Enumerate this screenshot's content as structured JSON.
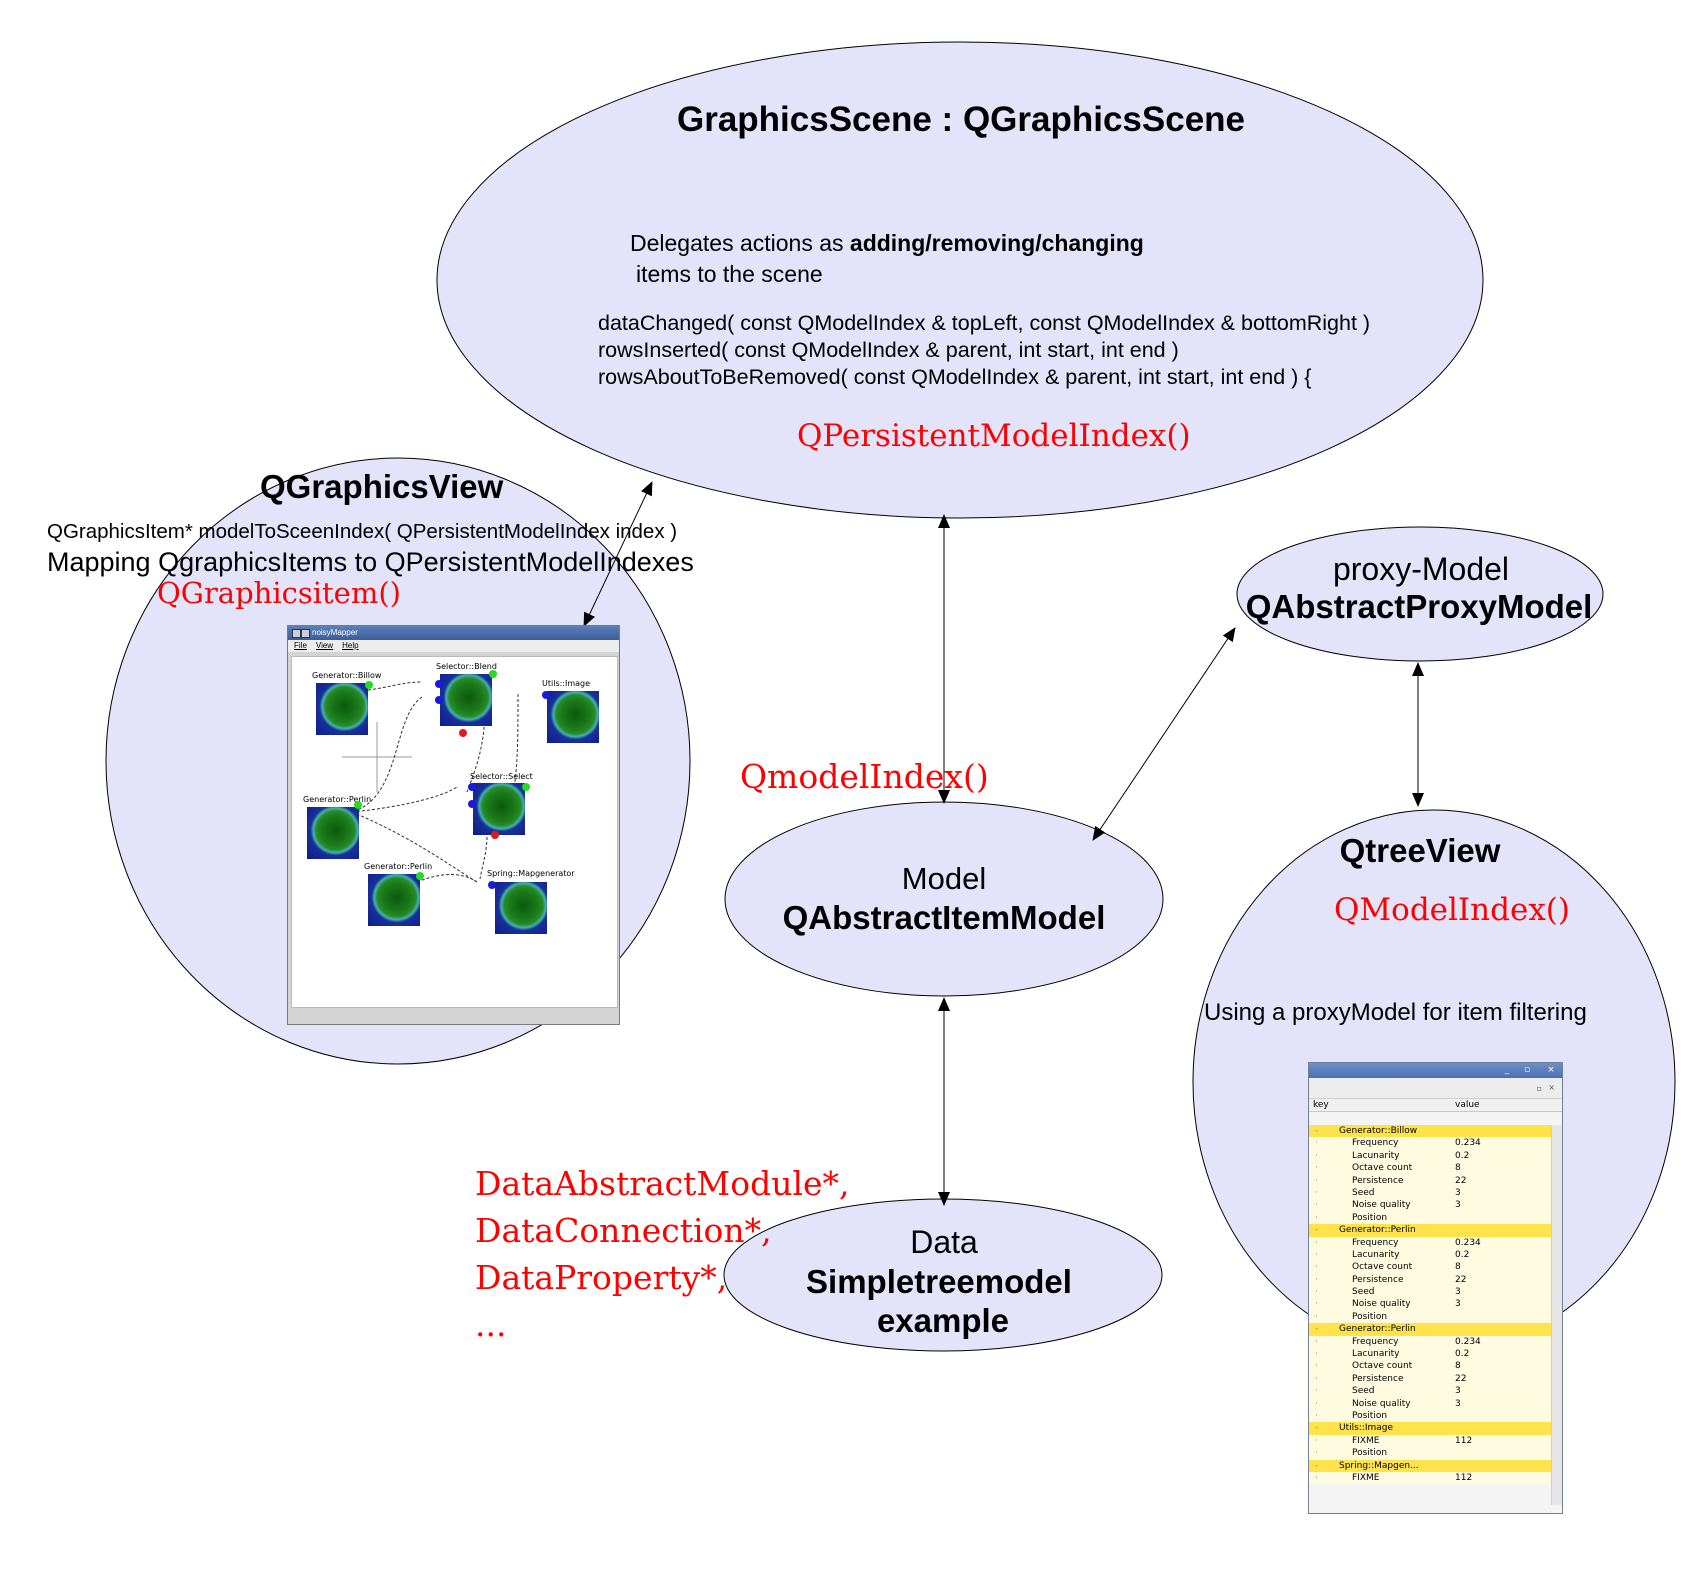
{
  "scene": {
    "title": "GraphicsScene : QGraphicsScene",
    "delegates_prefix": "Delegates actions as ",
    "delegates_bold": "adding/removing/changing",
    "delegates_suffix": "items to the scene",
    "signals": [
      "dataChanged( const QModelIndex & topLeft, const QModelIndex & bottomRight )",
      "rowsInserted( const QModelIndex & parent, int start, int end )",
      "rowsAboutToBeRemoved( const QModelIndex & parent, int start, int end ) {"
    ],
    "type_label": "QPersistentModelIndex()"
  },
  "view": {
    "title": "QGraphicsView",
    "method": "QGraphicsItem* modelToSceenIndex( QPersistentModelIndex index )",
    "mapping": "Mapping QgraphicsItems to QPersistentModelIndexes",
    "type_label": "QGraphicsitem()"
  },
  "proxy": {
    "title": "proxy-Model",
    "class_name": "QAbstractProxyModel"
  },
  "model": {
    "title": "Model",
    "class_name": "QAbstractItemModel",
    "type_label": "QmodelIndex()"
  },
  "tree": {
    "title": "QtreeView",
    "type_label": "QModelIndex()",
    "note": "Using a proxyModel for item filtering"
  },
  "data_node": {
    "title": "Data",
    "line1": "Simpletreemodel",
    "line2": "example",
    "types": [
      "DataAbstractModule*,",
      "DataConnection*,",
      "DataProperty*,",
      "..."
    ]
  },
  "noisy_window": {
    "title": "noisyMapper",
    "menu": [
      "File",
      "View",
      "Help"
    ],
    "nodes": [
      "Generator::Billow",
      "Selector::Blend",
      "Utils::Image",
      "Selector::Select",
      "Generator::Perlin",
      "Generator::Perlin",
      "Spring::Mapgenerator"
    ]
  },
  "tree_window": {
    "col_key": "key",
    "col_value": "value",
    "rows": [
      {
        "kind": "group",
        "key": "Generator::Billow",
        "value": ""
      },
      {
        "kind": "item",
        "key": "Frequency",
        "value": "0.234"
      },
      {
        "kind": "item",
        "key": "Lacunarity",
        "value": "0.2"
      },
      {
        "kind": "item",
        "key": "Octave count",
        "value": "8"
      },
      {
        "kind": "item",
        "key": "Persistence",
        "value": "22"
      },
      {
        "kind": "item",
        "key": "Seed",
        "value": "3"
      },
      {
        "kind": "item",
        "key": "Noise quality",
        "value": "3"
      },
      {
        "kind": "item",
        "key": "Position",
        "value": ""
      },
      {
        "kind": "group",
        "key": "Generator::Perlin",
        "value": ""
      },
      {
        "kind": "item",
        "key": "Frequency",
        "value": "0.234"
      },
      {
        "kind": "item",
        "key": "Lacunarity",
        "value": "0.2"
      },
      {
        "kind": "item",
        "key": "Octave count",
        "value": "8"
      },
      {
        "kind": "item",
        "key": "Persistence",
        "value": "22"
      },
      {
        "kind": "item",
        "key": "Seed",
        "value": "3"
      },
      {
        "kind": "item",
        "key": "Noise quality",
        "value": "3"
      },
      {
        "kind": "item",
        "key": "Position",
        "value": ""
      },
      {
        "kind": "group",
        "key": "Generator::Perlin",
        "value": ""
      },
      {
        "kind": "item",
        "key": "Frequency",
        "value": "0.234"
      },
      {
        "kind": "item",
        "key": "Lacunarity",
        "value": "0.2"
      },
      {
        "kind": "item",
        "key": "Octave count",
        "value": "8"
      },
      {
        "kind": "item",
        "key": "Persistence",
        "value": "22"
      },
      {
        "kind": "item",
        "key": "Seed",
        "value": "3"
      },
      {
        "kind": "item",
        "key": "Noise quality",
        "value": "3"
      },
      {
        "kind": "item",
        "key": "Position",
        "value": ""
      },
      {
        "kind": "group",
        "key": "Utils::Image",
        "value": ""
      },
      {
        "kind": "item",
        "key": "FIXME",
        "value": "112"
      },
      {
        "kind": "item",
        "key": "Position",
        "value": ""
      },
      {
        "kind": "group",
        "key": "Spring::Mapgen...",
        "value": ""
      },
      {
        "kind": "item",
        "key": "FIXME",
        "value": "112"
      }
    ]
  },
  "colors": {
    "ellipse_fill": "#e3e3fa",
    "ellipse_stroke": "#000000",
    "accent_red": "#ff0000",
    "tree_group": "#ffe34a",
    "tree_item": "#fffbe0"
  }
}
